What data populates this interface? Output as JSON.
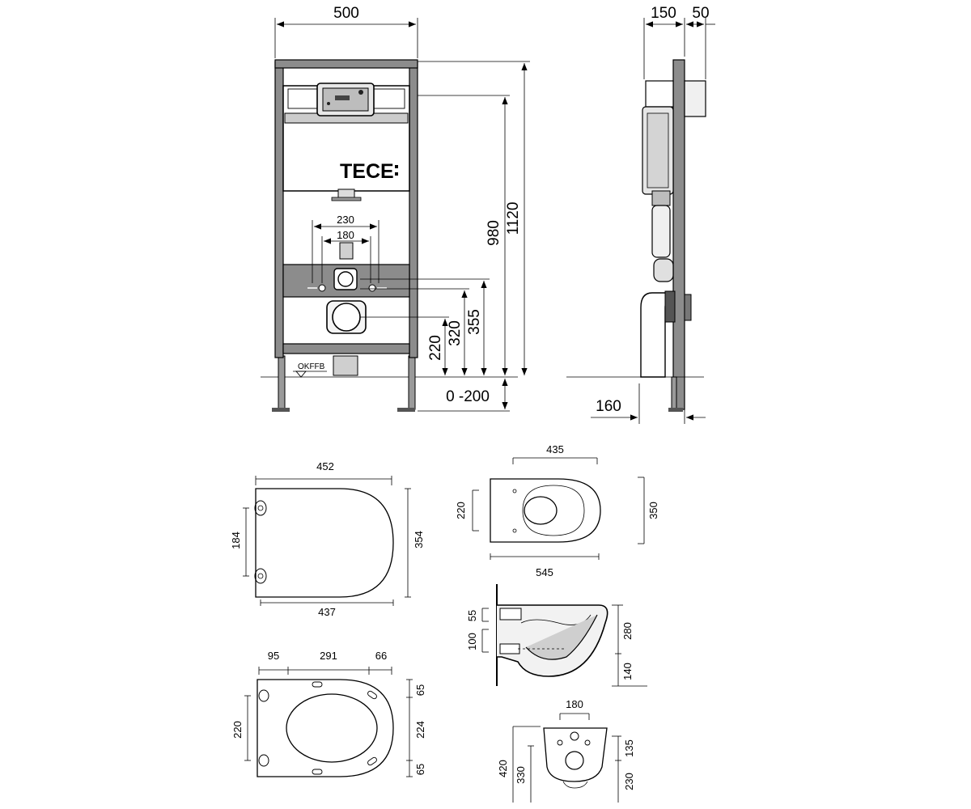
{
  "brand": "TECE",
  "floor_label": "OKFFB",
  "frame_front": {
    "width": "500",
    "height_total": "1120",
    "height_980": "980",
    "h_355": "355",
    "h_320": "320",
    "h_220": "220",
    "floor_adjust": "0 -200",
    "spacing_230": "230",
    "spacing_180": "180"
  },
  "frame_side": {
    "depth_150": "150",
    "depth_50": "50",
    "offset_160": "160"
  },
  "seat_top": {
    "width_452": "452",
    "width_437": "437",
    "length_354": "354",
    "hinge_184": "184"
  },
  "seat_bottom": {
    "d_95": "95",
    "d_291": "291",
    "d_66": "66",
    "d_65_top": "65",
    "d_224": "224",
    "d_65_bottom": "65",
    "d_220": "220"
  },
  "bowl_top": {
    "width_435": "435",
    "length_545": "545",
    "depth_350": "350",
    "d_220": "220"
  },
  "bowl_side": {
    "h_55": "55",
    "h_100": "100",
    "h_280": "280",
    "h_140": "140"
  },
  "bowl_back": {
    "w_180": "180",
    "h_420": "420",
    "h_330": "330",
    "h_135": "135",
    "h_230": "230"
  }
}
